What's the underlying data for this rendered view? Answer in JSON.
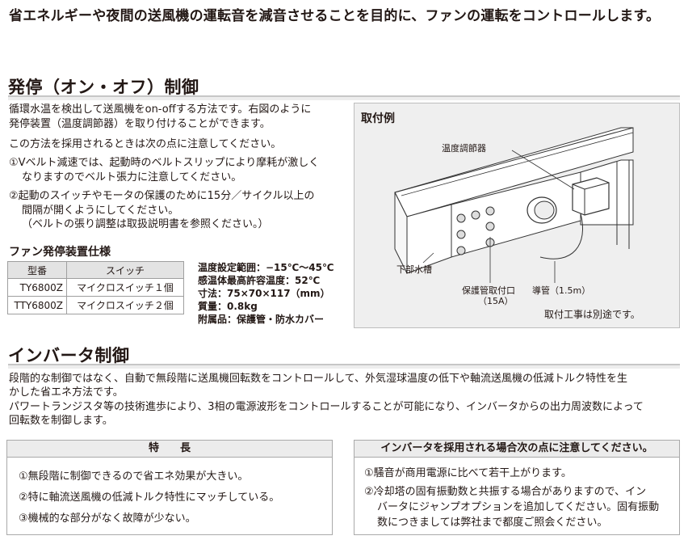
{
  "lead": "省エネルギーや夜間の送風機の運転音を減音させることを目的に、ファンの運転をコントロールします。",
  "onoff": {
    "title": "発停（オン・オフ）制御",
    "p1": "循環水温を検出して送風機をon-offする方法です。右図のように",
    "p2": "発停装置（温度調節器）を取り付けることができます。",
    "p3": "この方法を採用されるときは次の点に注意してください。",
    "n1a": "①Vベルト減速では、起動時のベルトスリップにより摩耗が激しく",
    "n1b": "なりますのでベルト張力に注意してください。",
    "n2a": "②起動のスイッチやモータの保護のために15分／サイクル以上の",
    "n2b": "間隔が開くようにしてください。",
    "n2c": "（ベルトの張り調整は取扱説明書を参照ください。）"
  },
  "spec": {
    "title": "ファン発停装置仕様",
    "headers": [
      "型番",
      "スイッチ"
    ],
    "rows": [
      [
        "TY6800Z",
        "マイクロスイッチ１個"
      ],
      [
        "TTY6800Z",
        "マイクロスイッチ２個"
      ]
    ],
    "list": [
      "温度設定範囲：−15℃〜45℃",
      "感温体最高許容温度：52℃",
      "寸法：75×70×117（mm）",
      "質量：0.8kg",
      "附属品：保護管・防水カバー"
    ]
  },
  "diagram": {
    "title": "取付例",
    "label_thermostat": "温度調節器",
    "label_basin": "下部水槽",
    "label_port1": "保護管取付口",
    "label_port2": "（15A）",
    "label_conduit": "導管（1.5m）",
    "note": "取付工事は別途です。"
  },
  "inverter": {
    "title": "インバータ制御",
    "p1a": "段階的な制御ではなく、自動で無段階に送風機回転数をコントロールして、外気湿球温度の低下や軸流送風機の低減トルク特性を生",
    "p1b": "かした省エネ方法です。",
    "p2a": "パワートランジスタ等の技術進歩により、3相の電源波形をコントロールすることが可能になり、インバータからの出力周波数によって",
    "p2b": "回転数を制御します。"
  },
  "features": {
    "title": "特　　長",
    "items": [
      "①無段階に制御できるので省エネ効果が大きい。",
      "②特に軸流送風機の低減トルク特性にマッチしている。",
      "③機械的な部分がなく故障が少ない。"
    ]
  },
  "cautions": {
    "title": "インバータを採用される場合次の点に注意してください。",
    "i1": "①騒音が商用電源に比べて若干上がります。",
    "i2a": "②冷却塔の固有振動数と共振する場合がありますので、イン",
    "i2b": "バータにジャンプオプションを追加してください。固有振動",
    "i2c": "数につきましては弊社まで都度ご照会ください。"
  }
}
